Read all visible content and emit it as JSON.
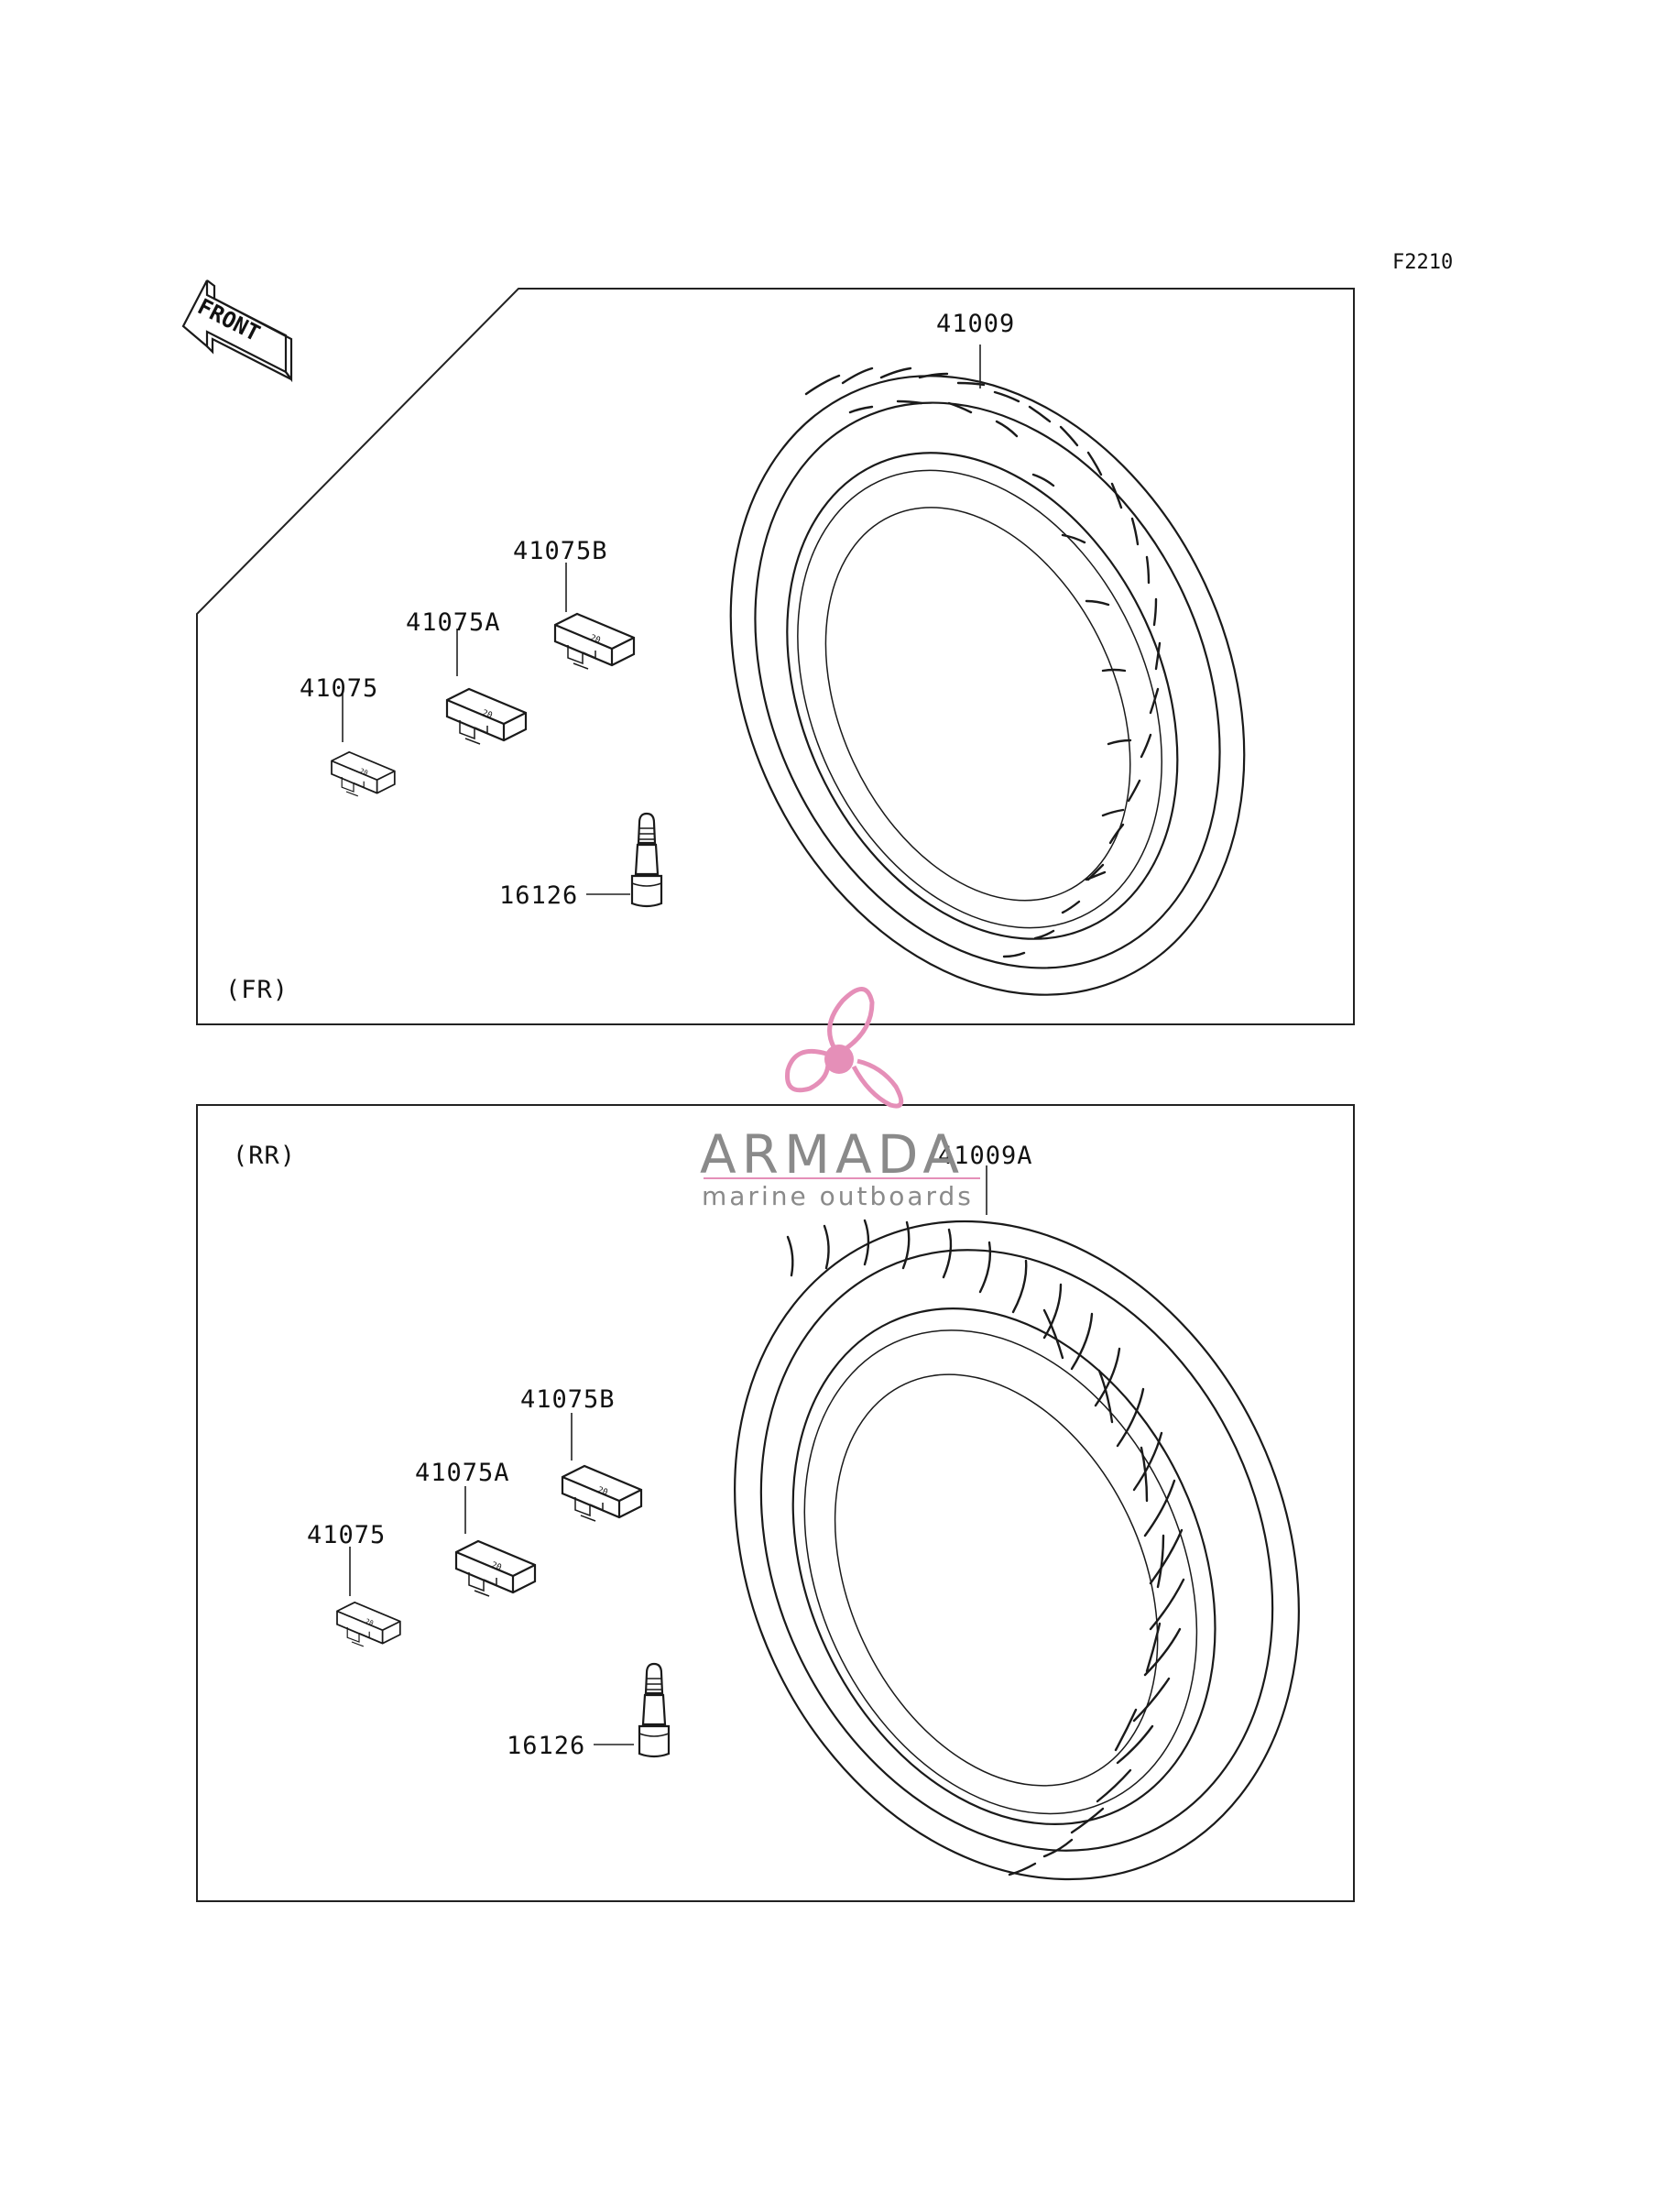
{
  "diagram_code": "F2210",
  "front_arrow_label": "FRONT",
  "front_panel": {
    "section_label": "(FR)",
    "parts": {
      "tire": "41009",
      "weight_b": "41075B",
      "weight_a": "41075A",
      "weight": "41075",
      "valve": "16126"
    }
  },
  "rear_panel": {
    "section_label": "(RR)",
    "parts": {
      "tire": "41009A",
      "weight_b": "41075B",
      "weight_a": "41075A",
      "weight": "41075",
      "valve": "16126"
    }
  },
  "watermark": {
    "name": "ARMADA",
    "tagline": "marine outboards",
    "color": "#e58fb8"
  }
}
